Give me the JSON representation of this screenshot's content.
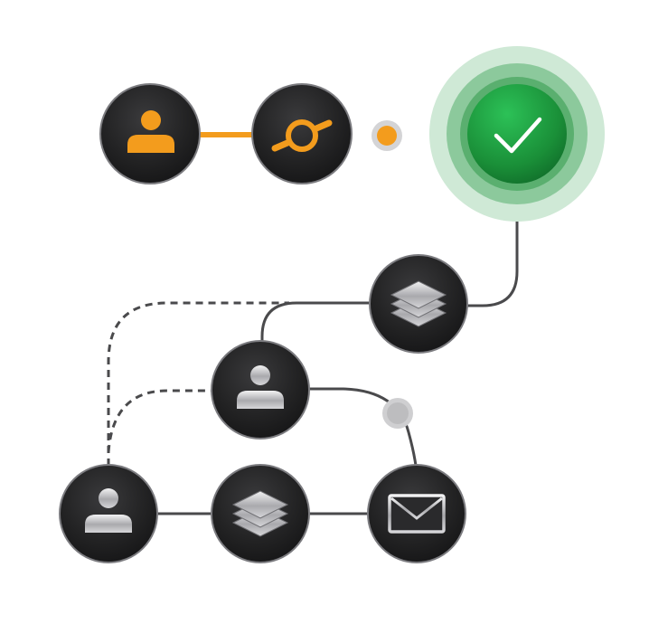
{
  "diagram": {
    "colors": {
      "background": "#ffffff",
      "active_accent": "#f39c1d",
      "success": "#1e9a3e",
      "success_halo": "#9fd5ad",
      "node_dark": "#1f1f20",
      "node_rim": "#8a8a8c",
      "connector": "#4a4a4c",
      "inactive_dot": "#c2c2c4",
      "icon_silver": "#d9d9db"
    },
    "nodes": [
      {
        "name": "user-node",
        "icon": "user-icon",
        "state": "active"
      },
      {
        "name": "integration-node",
        "icon": "integration-icon",
        "state": "active"
      },
      {
        "name": "success-node",
        "icon": "check-icon",
        "state": "complete"
      },
      {
        "name": "layers-node-upper",
        "icon": "layers-icon",
        "state": "inactive"
      },
      {
        "name": "user-node-middle",
        "icon": "user-icon",
        "state": "inactive"
      },
      {
        "name": "user-node-lower",
        "icon": "user-icon",
        "state": "inactive"
      },
      {
        "name": "layers-node-lower",
        "icon": "layers-icon",
        "state": "inactive"
      },
      {
        "name": "mail-node",
        "icon": "mail-icon",
        "state": "inactive"
      }
    ]
  }
}
